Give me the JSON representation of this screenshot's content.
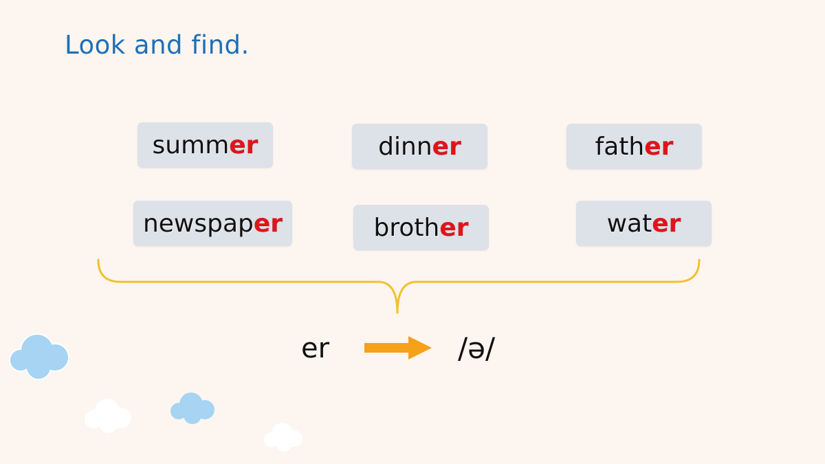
{
  "title": "Look and find.",
  "words": [
    {
      "base": "summ",
      "suffix": "er"
    },
    {
      "base": "dinn",
      "suffix": "er"
    },
    {
      "base": "fath",
      "suffix": "er"
    },
    {
      "base": "newspap",
      "suffix": "er"
    },
    {
      "base": "broth",
      "suffix": "er"
    },
    {
      "base": "wat",
      "suffix": "er"
    }
  ],
  "rule": {
    "letters": "er",
    "phoneme": "/ə/"
  },
  "colors": {
    "background": "#fdf5f0",
    "title": "#1f6fb5",
    "card": "#dde1e8",
    "suffix": "#e0141b",
    "brace": "#f2c12e",
    "arrow": "#f5a11a",
    "cloud_blue": "#a6d4f2",
    "cloud_white": "#ffffff"
  }
}
